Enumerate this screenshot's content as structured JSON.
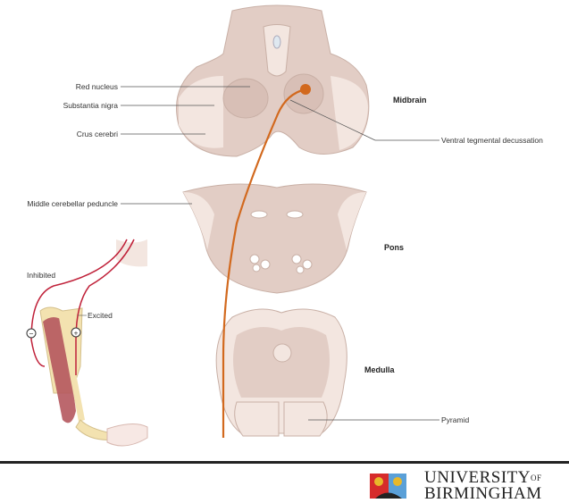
{
  "labels": {
    "red_nucleus": "Red nucleus",
    "substantia_nigra": "Substantia nigra",
    "crus_cerebri": "Crus cerebri",
    "middle_cerebellar_peduncle": "Middle cerebellar peduncle",
    "ventral_tegmental_decussation": "Ventral tegmental decussation",
    "pyramid": "Pyramid",
    "inhibited": "Inhibited",
    "excited": "Excited",
    "minus": "−",
    "plus": "+"
  },
  "regions": {
    "midbrain": "Midbrain",
    "pons": "Pons",
    "medulla": "Medulla"
  },
  "logo": {
    "line1": "UNIVERSITY",
    "of": "OF",
    "line2": "BIRMINGHAM"
  },
  "colors": {
    "tissue": "#e2cdc5",
    "tissue_light": "#f3e6e0",
    "tract": "#d2691e",
    "nerve": "#c0223a",
    "muscle": "#b5585e",
    "bone": "#f3e2b0"
  }
}
